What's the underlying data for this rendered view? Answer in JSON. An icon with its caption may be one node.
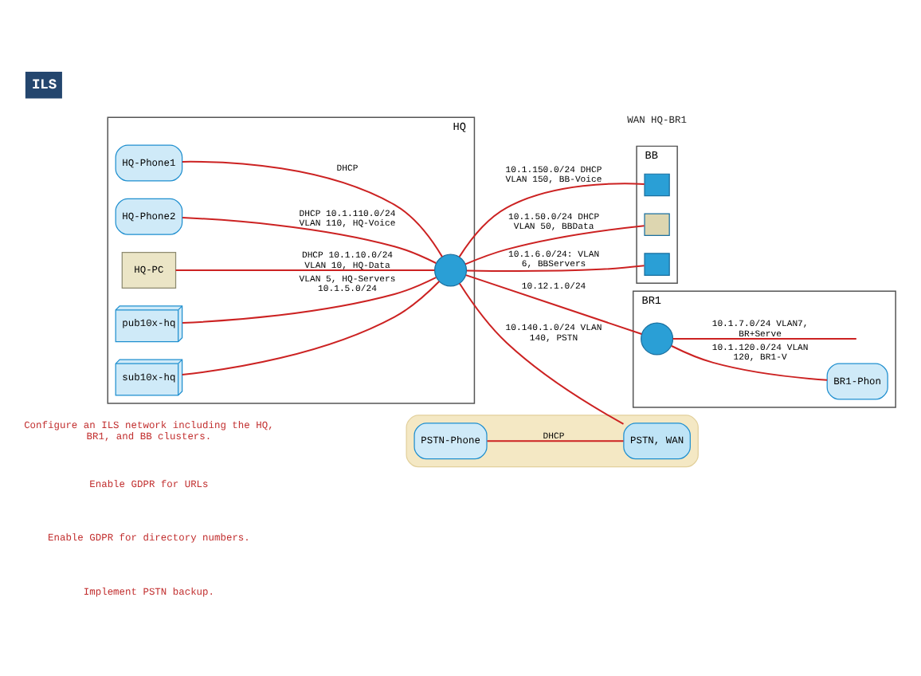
{
  "diagram": {
    "title": "ILS",
    "nodes": [
      {
        "text": [
          "HQ"
        ]
      },
      {
        "text": [
          "HQ-Phone1"
        ],
        "in": 0
      },
      {
        "text": [
          "HQ-Phone2"
        ],
        "in": 0
      },
      {
        "text": [
          "HQ-PC"
        ],
        "in": 0
      },
      {
        "text": [],
        "shape": "circle",
        "in": 0
      },
      {
        "text": [
          "pub10x-hq"
        ],
        "in": 0
      },
      {
        "text": [
          "sub10x-hq"
        ],
        "in": 0
      },
      {
        "text": [
          "BB"
        ]
      },
      {
        "text": [],
        "shape": "box",
        "in": 7
      },
      {
        "text": [],
        "shape": "box",
        "in": 7
      },
      {
        "text": [],
        "shape": "box",
        "in": 7
      },
      {
        "text": [],
        "shape": "cloud"
      },
      {
        "text": [
          "PSTN-Phone"
        ],
        "in": 11
      },
      {
        "text": [
          "PSTN, WAN"
        ],
        "in": 11
      },
      {
        "text": [
          "BR1"
        ]
      },
      {
        "text": [
          "BR1-Phon"
        ],
        "in": 14
      },
      {
        "text": [],
        "shape": "circle",
        "in": 14
      }
    ],
    "edges": [
      {
        "from": 1,
        "to": 4,
        "arrow": "none",
        "label": "DHCP"
      },
      {
        "from": 2,
        "to": 4,
        "arrow": "none",
        "label": "DHCP 10.1.110.0/24 VLAN 110, HQ-Voice"
      },
      {
        "from": 3,
        "to": 4,
        "arrow": "none",
        "label": "DHCP 10.1.10.0/24 VLAN 10, HQ-Data"
      },
      {
        "from": 5,
        "to": 4,
        "arrow": "none",
        "label": "VLAN 5, HQ-Servers 10.1.5.0/24"
      },
      {
        "from": 6,
        "to": 4,
        "arrow": "none"
      },
      {
        "from": 4,
        "to": 8,
        "arrow": "none",
        "label": "10.1.150.0/24 DHCP VLAN 150, BB-Voice"
      },
      {
        "from": 4,
        "to": 9,
        "arrow": "none",
        "label": "10.1.50.0/24 DHCP VLAN 50, BBData"
      },
      {
        "from": 4,
        "to": 10,
        "arrow": "none",
        "label": "10.1.6.0/24: VLAN 6, BBServers"
      },
      {
        "from": 4,
        "to": 13,
        "arrow": "none",
        "label": "10.140.1.0/24 VLAN 140, PSTN"
      },
      {
        "from": 12,
        "to": 13,
        "arrow": "none",
        "label": "DHCP"
      },
      {
        "from": 4,
        "to": 16,
        "arrow": "none",
        "label": "10.12.1.0/24"
      },
      {
        "from": 16,
        "to": 15,
        "arrow": "none",
        "label": "10.1.120.0/24 VLAN 120, BR1-V"
      },
      {
        "from": 16,
        "to": null,
        "arrow": "none",
        "label": "10.1.7.0/24 VLAN7, BR+Serve"
      }
    ],
    "labels": [
      "WAN HQ-BR1",
      "Configure an ILS network including the HQ, BR1, and BB clusters.",
      "Enable GDPR for URLs",
      "Enable GDPR for directory numbers.",
      "Implement PSTN backup."
    ]
  }
}
